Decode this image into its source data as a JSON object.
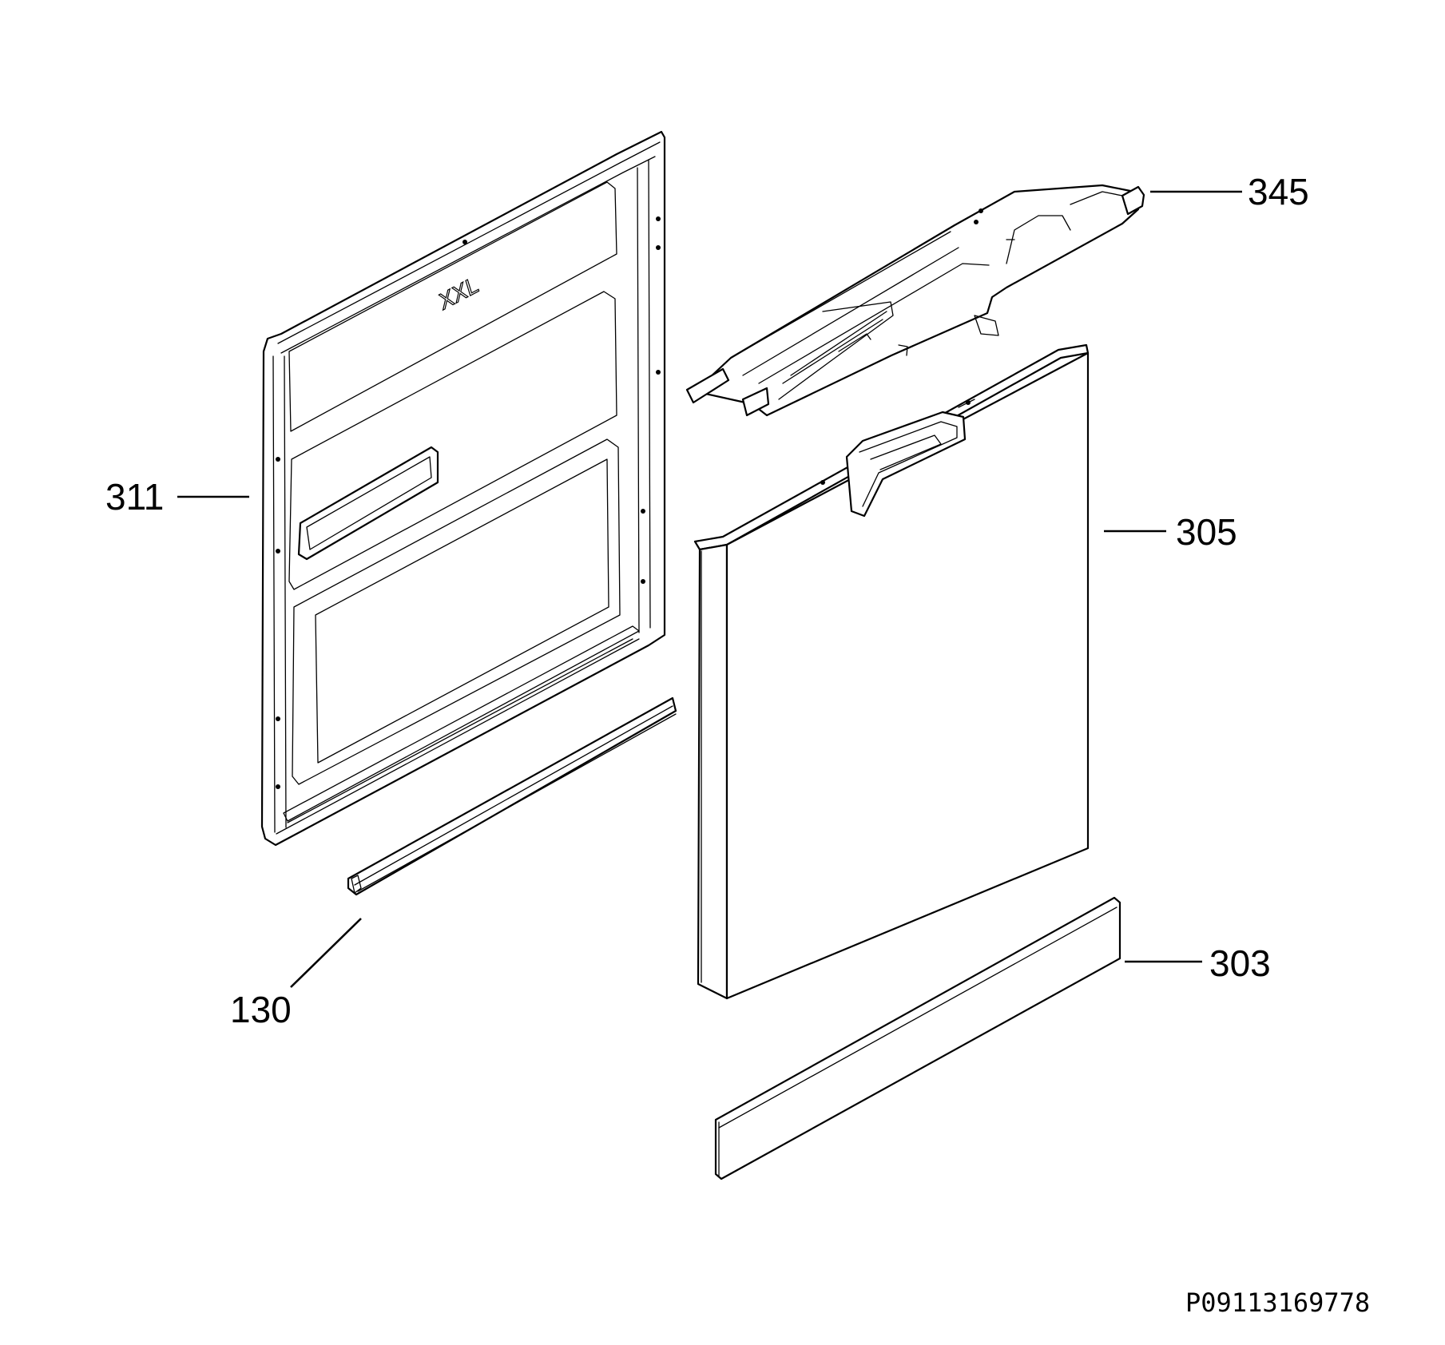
{
  "parts": [
    {
      "id": "p345",
      "label": "345"
    },
    {
      "id": "p311",
      "label": "311"
    },
    {
      "id": "p305",
      "label": "305"
    },
    {
      "id": "p130",
      "label": "130"
    },
    {
      "id": "p303",
      "label": "303"
    }
  ],
  "panel_marking": "XXL",
  "document_code": "P09113169778",
  "colors": {
    "ink": "#000000",
    "background": "#ffffff"
  }
}
